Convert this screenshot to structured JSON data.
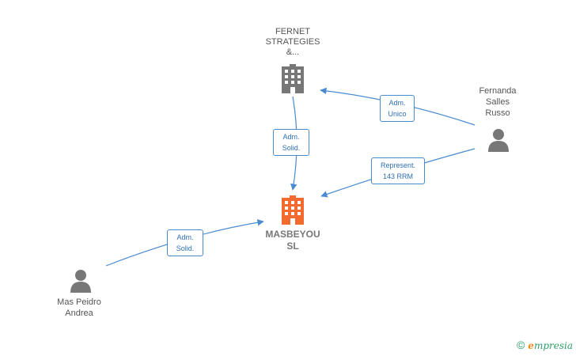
{
  "nodes": {
    "fernet": {
      "label": "FERNET\nSTRATEGIES\n&...",
      "type": "company",
      "color": "#777777"
    },
    "masbeyou": {
      "label": "MASBEYOU\nSL",
      "type": "company",
      "color": "#f26a2e"
    },
    "fernanda": {
      "label": "Fernanda\nSalles\nRusso",
      "type": "person",
      "color": "#777777"
    },
    "mas_peidro": {
      "label": "Mas Peidro\nAndrea",
      "type": "person",
      "color": "#777777"
    }
  },
  "edges": {
    "fernanda_fernet": "Adm.\nUnico",
    "fernet_masbeyou": "Adm.\nSolid.",
    "fernanda_masbeyou": "Represent.\n143 RRM",
    "maspeidro_masbeyou": "Adm.\nSolid."
  },
  "edge_color": "#4a8bd0",
  "brand": {
    "copyright": "©",
    "initial": "e",
    "rest": "mpresia"
  }
}
